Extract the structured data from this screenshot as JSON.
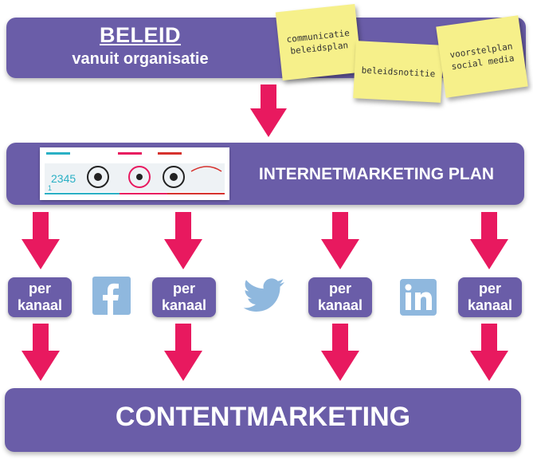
{
  "top": {
    "title": "BELEID",
    "subtitle": "vanuit organisatie"
  },
  "notes": [
    {
      "text": "communicatie\nbeleidsplan"
    },
    {
      "text": "beleidsnotitie"
    },
    {
      "text": "voorstelplan\nsocial media"
    }
  ],
  "middle": {
    "title": "INTERNETMARKETING PLAN"
  },
  "channels": [
    {
      "line1": "per",
      "line2": "kanaal"
    },
    {
      "line1": "per",
      "line2": "kanaal"
    },
    {
      "line1": "per",
      "line2": "kanaal"
    },
    {
      "line1": "per",
      "line2": "kanaal"
    }
  ],
  "icons": [
    "facebook-icon",
    "twitter-icon",
    "linkedin-icon"
  ],
  "bottom": {
    "title": "CONTENTMARKETING"
  },
  "colors": {
    "bar": "#6a5da8",
    "arrow": "#e8195f",
    "note": "#f6f08a",
    "icon": "#8fb8de"
  }
}
